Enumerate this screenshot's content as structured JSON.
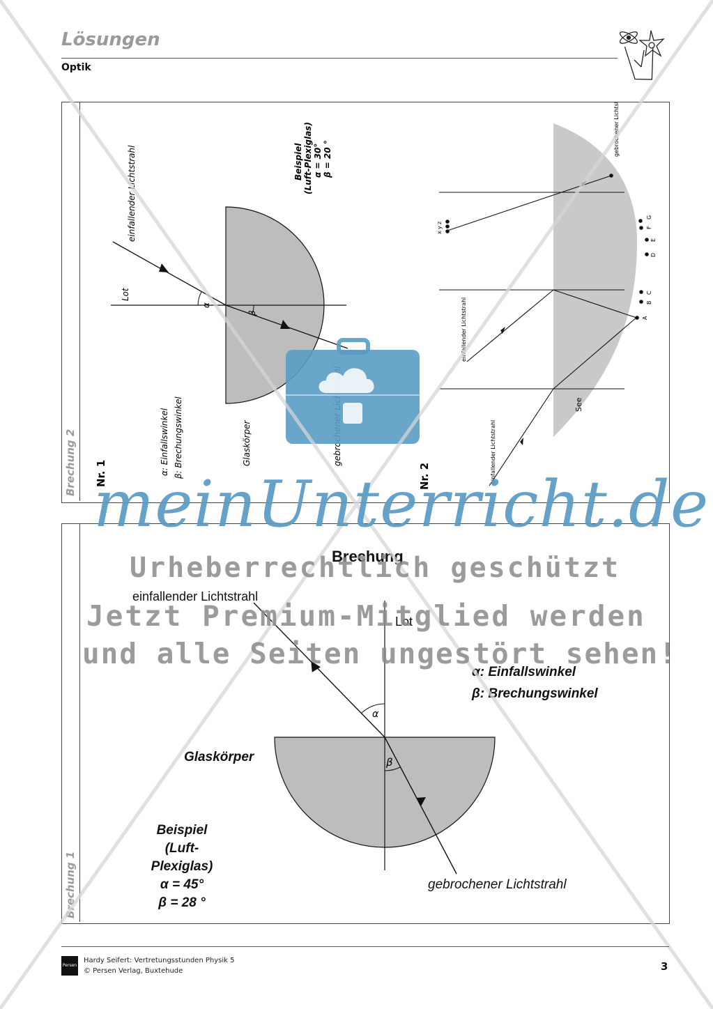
{
  "header": {
    "title": "Lösungen",
    "subtitle": "Optik"
  },
  "panel_top": {
    "side_label": "Brechung 2",
    "nr1": {
      "label": "Nr. 1",
      "incident": "einfallender Lichtstrahl",
      "lot": "Lot",
      "alpha": "α",
      "beta": "β",
      "example_title": "Beispiel",
      "example_pair": "(Luft-Plexiglas)",
      "example_alpha": "α = 30°",
      "example_beta": "β = 20 °",
      "legend_alpha": "α: Einfallswinkel",
      "legend_beta": "β: Brechungswinkel",
      "glass": "Glaskörper",
      "refracted": "gebrochener Lichtstrahl"
    },
    "nr2": {
      "label": "Nr. 2",
      "refracted": "gebrochener Lichtstrahl",
      "incident_1": "einfallender Lichtstrahl",
      "incident_2": "einfallender Lichtstrahl",
      "see": "See",
      "points_xyz": [
        "x",
        "y",
        "z"
      ],
      "points": [
        "A",
        "B",
        "C",
        "D",
        "E",
        "F",
        "G"
      ]
    }
  },
  "panel_bottom": {
    "side_label": "Brechung 1",
    "title": "Brechung",
    "incident": "einfallender Lichtstrahl",
    "lot": "Lot",
    "legend_alpha": "α: Einfallswinkel",
    "legend_beta": "β: Brechungswinkel",
    "alpha": "α",
    "beta": "β",
    "glass": "Glaskörper",
    "example_title": "Beispiel",
    "example_pair": "(Luft-Plexiglas)",
    "example_alpha": "α = 45°",
    "example_beta": "β = 28 °",
    "refracted": "gebrochener Lichtstrahl"
  },
  "watermark": {
    "brand": "meinUnterricht.de",
    "line1": "Urheberrechtlich geschützt",
    "line2": "Jetzt Premium-Mitglied werden",
    "line3": "und alle Seiten ungestört sehen!"
  },
  "footer": {
    "author": "Hardy Seifert: Vertretungsstunden Physik 5",
    "publisher": "© Persen Verlag, Buxtehude",
    "logo_text": "Persen",
    "page": "3"
  },
  "colors": {
    "glass": "#bdbdbd",
    "watermark_blue": "#5a9bc4",
    "watermark_gray": "#8a8a8a"
  }
}
